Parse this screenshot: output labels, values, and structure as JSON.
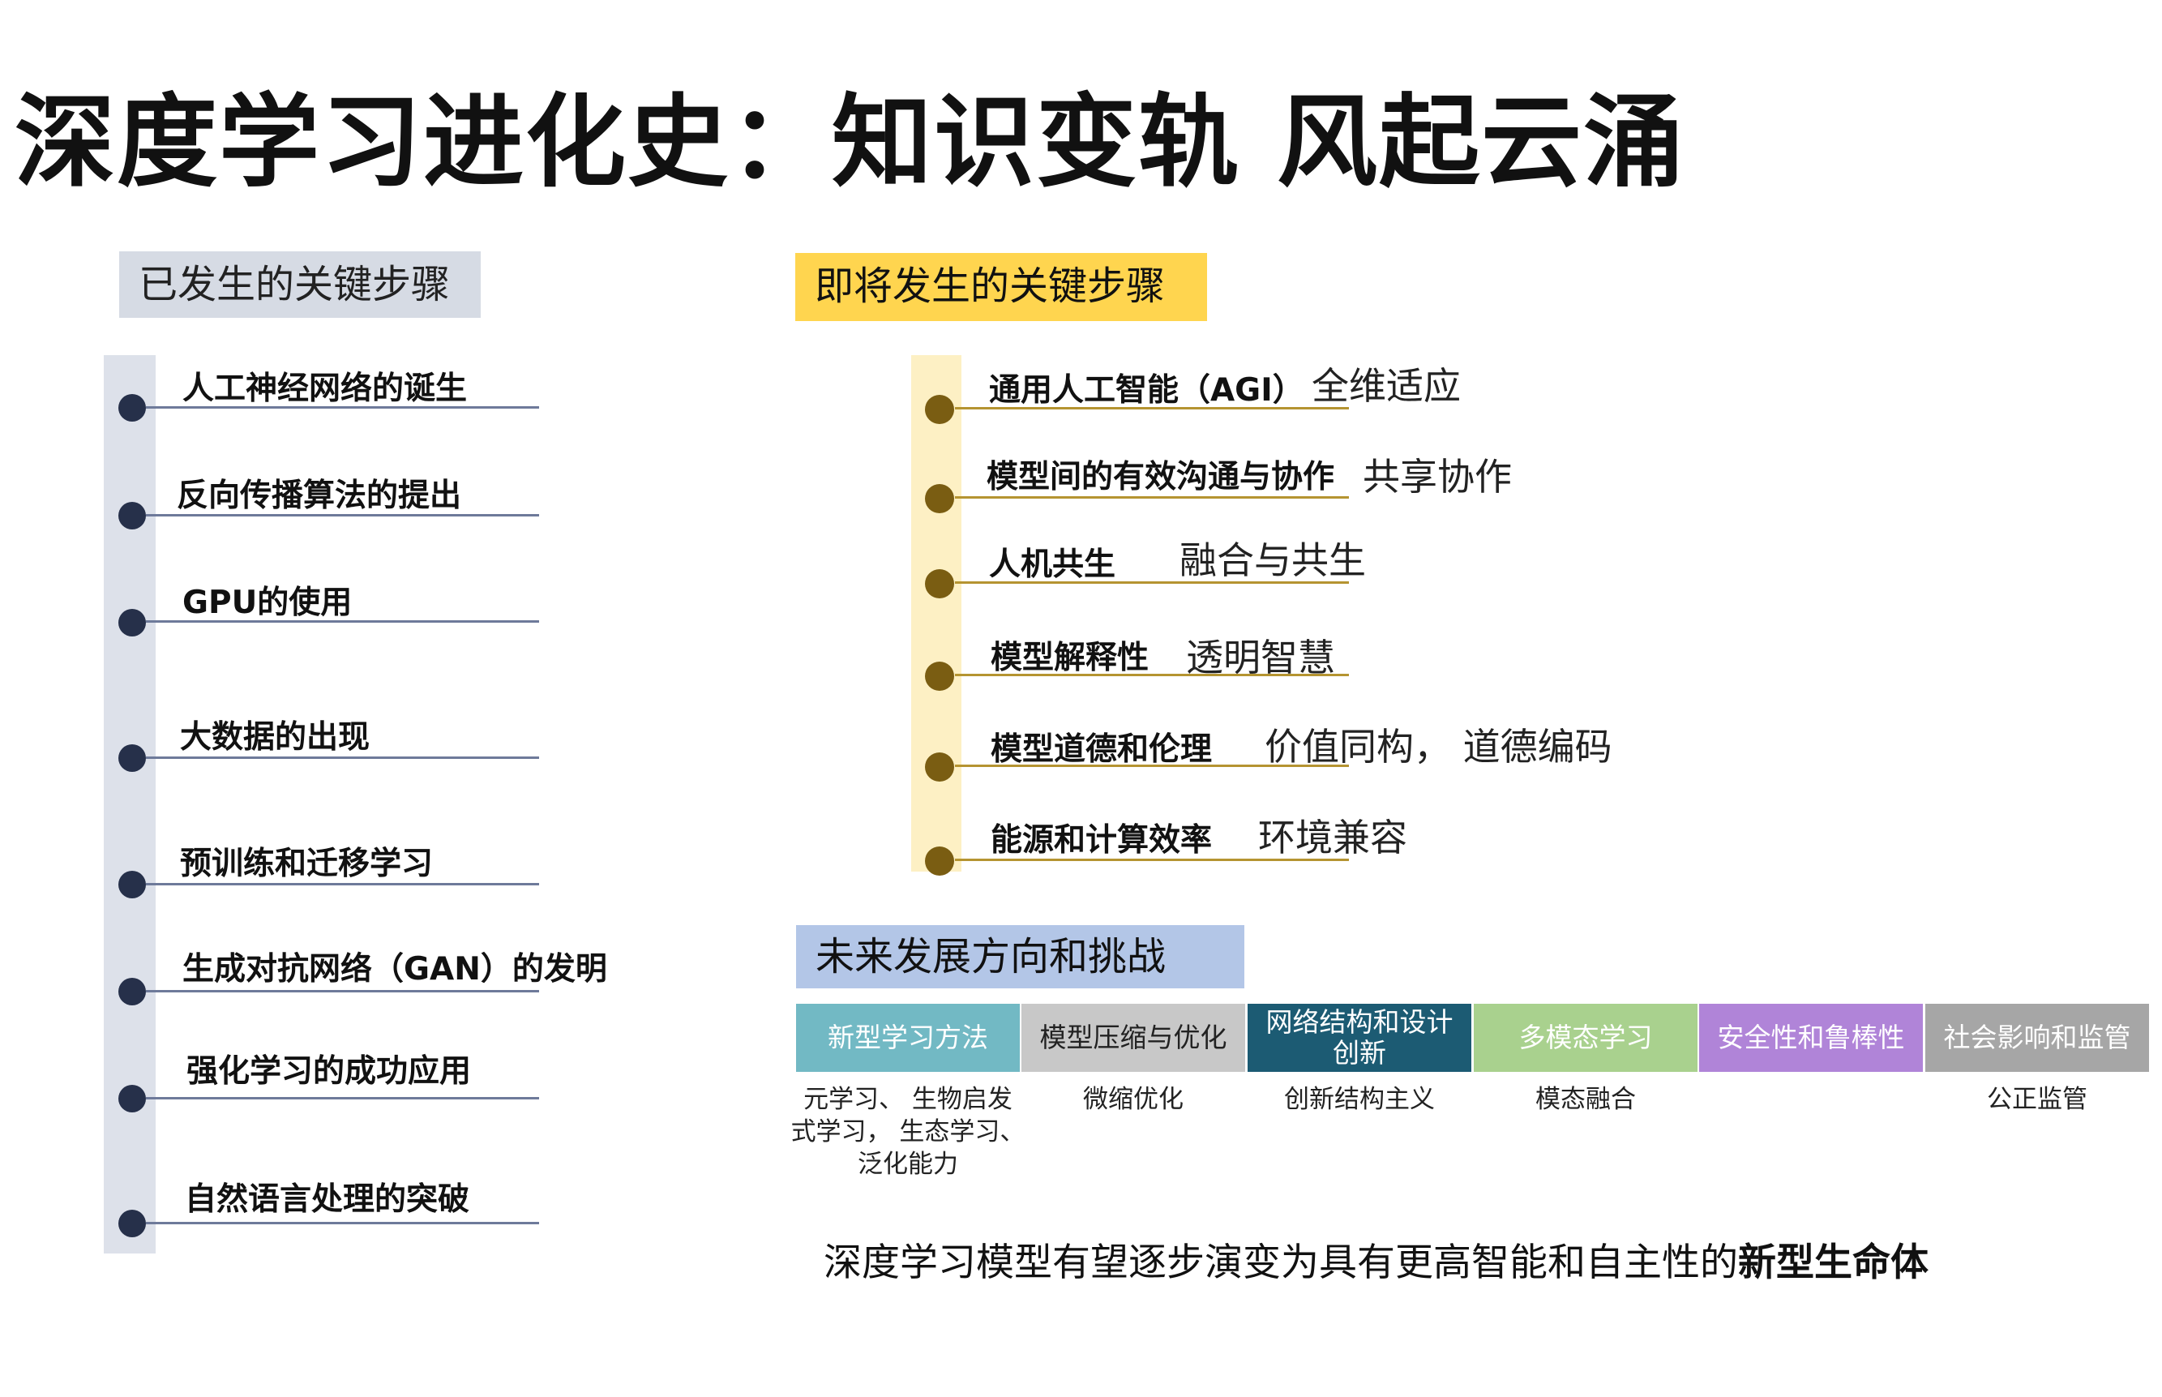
{
  "title": "深度学习进化史：知识变轨  风起云涌",
  "past": {
    "heading": "已发生的关键步骤",
    "items": [
      "人工神经网络的诞生",
      "反向传播算法的提出",
      "GPU的使用",
      "大数据的出现",
      "预训练和迁移学习",
      "生成对抗网络（GAN）的发明",
      "强化学习的成功应用",
      "自然语言处理的突破"
    ]
  },
  "upcoming": {
    "heading": "即将发生的关键步骤",
    "items": [
      {
        "label": "通用人工智能（AGI）",
        "desc": "全维适应"
      },
      {
        "label": "模型间的有效沟通与协作",
        "desc": "共享协作"
      },
      {
        "label": "人机共生",
        "desc": "融合与共生"
      },
      {
        "label": "模型解释性",
        "desc": "透明智慧"
      },
      {
        "label": "模型道德和伦理",
        "desc": "价值同构， 道德编码"
      },
      {
        "label": "能源和计算效率",
        "desc": "环境兼容"
      }
    ]
  },
  "future": {
    "heading": "未来发展方向和挑战",
    "boxes": [
      {
        "label": "新型学习方法",
        "color": "#72b9c4",
        "text_color": "#ffffff",
        "desc": [
          "元学习、 生物启发",
          "式学习， 生态学习、",
          "泛化能力"
        ]
      },
      {
        "label": "模型压缩与优化",
        "color": "#c8c8c8",
        "text_color": "#222222",
        "desc": [
          "微缩优化"
        ]
      },
      {
        "label": "网络结构和设计\n创新",
        "color": "#1c5b73",
        "text_color": "#ffffff",
        "desc": [
          "创新结构主义"
        ]
      },
      {
        "label": "多模态学习",
        "color": "#a9d18e",
        "text_color": "#ffffff",
        "desc": [
          "模态融合"
        ]
      },
      {
        "label": "安全性和鲁棒性",
        "color": "#b084d8",
        "text_color": "#ffffff",
        "desc": []
      },
      {
        "label": "社会影响和监管",
        "color": "#a6a6a6",
        "text_color": "#ffffff",
        "desc": [
          "公正监管"
        ]
      }
    ]
  },
  "conclusion": {
    "prefix": "深度学习模型有望逐步演变为具有更高智能和自主性的",
    "emphasis": "新型生命体"
  }
}
